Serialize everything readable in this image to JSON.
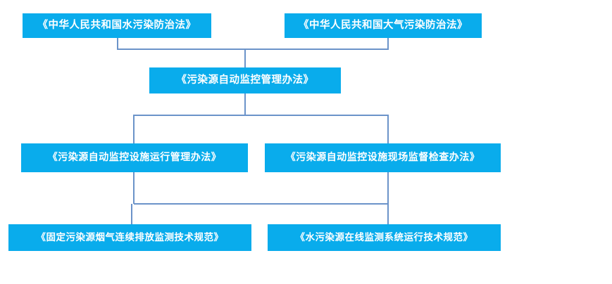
{
  "diagram": {
    "type": "hierarchy-flowchart",
    "colors": {
      "node_fill": "#09ACEC",
      "node_text": "#FFFFFF",
      "connector_line": "#6B93C9",
      "background": "#FFFFFF"
    },
    "levels": [
      {
        "level": 1,
        "nodes": [
          {
            "id": "water-law",
            "label": "《中华人民共和国水污染防治法》"
          },
          {
            "id": "air-law",
            "label": "《中华人民共和国大气污染防治法》"
          }
        ]
      },
      {
        "level": 2,
        "nodes": [
          {
            "id": "auto-admin",
            "label": "《污染源自动监控管理办法》"
          }
        ]
      },
      {
        "level": 3,
        "nodes": [
          {
            "id": "facility-op",
            "label": "《污染源自动监控设施运行管理办法》"
          },
          {
            "id": "facility-inspect",
            "label": "《污染源自动监控设施现场监督检查办法》"
          }
        ]
      },
      {
        "level": 4,
        "nodes": [
          {
            "id": "stack-spec",
            "label": "《固定污染源烟气连续排放监测技术规范》"
          },
          {
            "id": "water-spec",
            "label": "《水污染源在线监测系统运行技术规范》"
          }
        ]
      }
    ],
    "edges": [
      {
        "from": "water-law",
        "to": "auto-admin"
      },
      {
        "from": "air-law",
        "to": "auto-admin"
      },
      {
        "from": "auto-admin",
        "to": "facility-op"
      },
      {
        "from": "auto-admin",
        "to": "facility-inspect"
      },
      {
        "from": "facility-op",
        "to": "stack-spec"
      },
      {
        "from": "facility-inspect",
        "to": "water-spec"
      }
    ]
  }
}
